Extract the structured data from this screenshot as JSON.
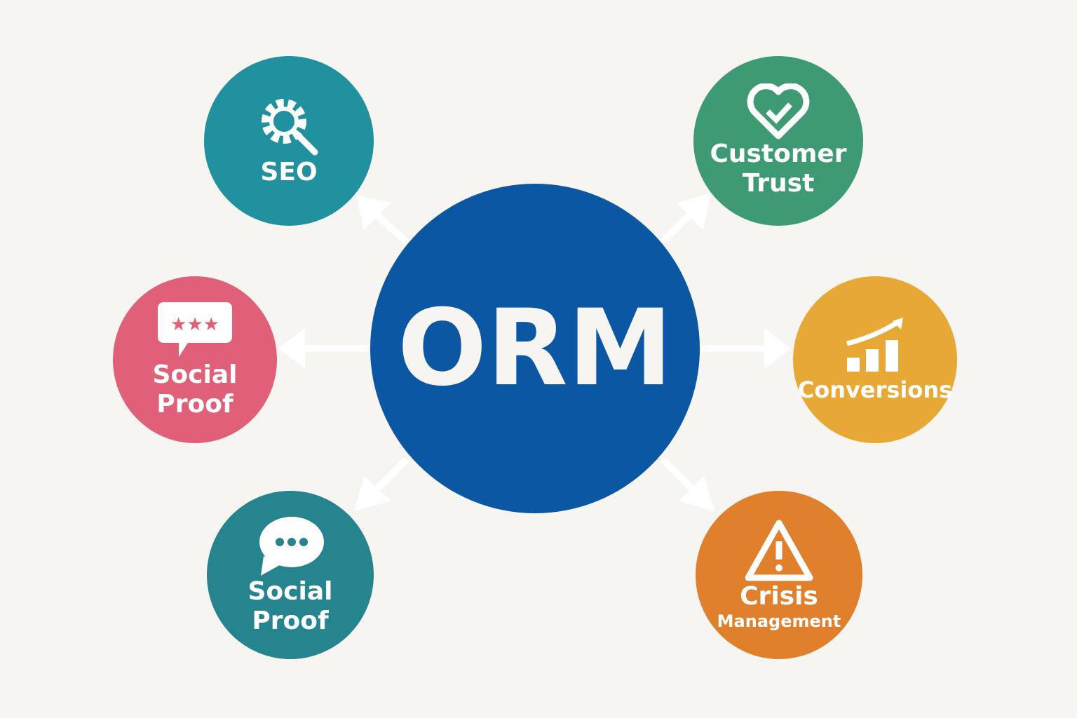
{
  "center": {
    "label": "ORM",
    "color": "#0b57a4"
  },
  "nodes": [
    {
      "label": "SEO",
      "icon": "gear-search-icon",
      "color": "#22919f"
    },
    {
      "label": "Customer Trust",
      "icon": "heart-check-icon",
      "color": "#3d9a72"
    },
    {
      "label": "Social Proof",
      "icon": "review-stars-icon",
      "color": "#df6078"
    },
    {
      "label": "Conversions",
      "icon": "growth-chart-icon",
      "color": "#e8a835"
    },
    {
      "label": "Social Proof",
      "icon": "chat-bubble-icon",
      "color": "#26848e"
    },
    {
      "label": "Crisis",
      "sublabel": "Management",
      "icon": "warning-icon",
      "color": "#e07f2c"
    }
  ]
}
